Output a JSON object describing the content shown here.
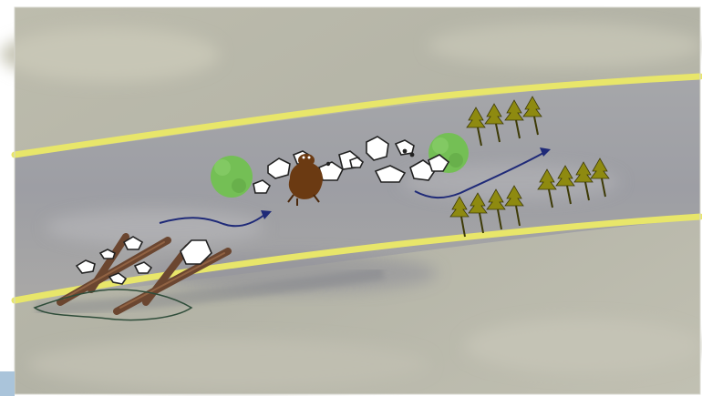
{
  "map": {
    "kind": "annotated aerial photo sketch",
    "colors": {
      "photo_base": "#b9b8a8",
      "channel": "#a9a9ab",
      "bank_line": "#e8e66a",
      "flow_arrow": "#1f2a78",
      "vegetation": "#74bf55",
      "log": "#6b4630",
      "beaver": "#6b3a12",
      "tree_foliage": "#8e8a10",
      "outline": "#2f4d3a",
      "page_tab": "#aac4da"
    },
    "features": [
      {
        "id": "left-bank",
        "icon": "bank-line"
      },
      {
        "id": "right-bank",
        "icon": "bank-line"
      },
      {
        "id": "flow-left",
        "icon": "arrow-right"
      },
      {
        "id": "flow-right",
        "icon": "arrow-right"
      },
      {
        "id": "shrub-left",
        "icon": "shrub"
      },
      {
        "id": "shrub-right",
        "icon": "shrub"
      },
      {
        "id": "beaver",
        "icon": "beaver"
      },
      {
        "id": "boulder-cluster",
        "icon": "rocks"
      },
      {
        "id": "log-jam",
        "icon": "logs"
      },
      {
        "id": "trees-upper",
        "icon": "conifers"
      },
      {
        "id": "trees-middle",
        "icon": "conifers"
      },
      {
        "id": "trees-lower",
        "icon": "conifers"
      }
    ]
  }
}
